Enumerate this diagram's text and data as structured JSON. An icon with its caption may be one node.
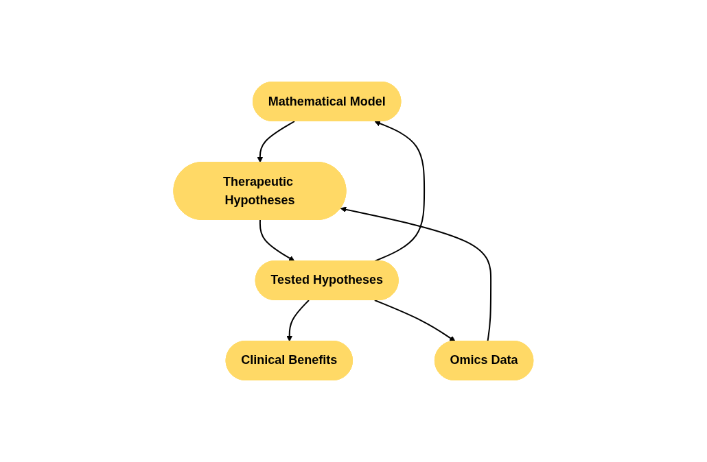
{
  "diagram": {
    "nodes": [
      {
        "text": [
          "Mathematical Model"
        ]
      },
      {
        "text": [
          "Omics Data"
        ]
      },
      {
        "text": [
          "Therapeutic Hypotheses"
        ]
      },
      {
        "text": [
          "Tested Hypotheses"
        ]
      },
      {
        "text": [
          "Clinical Benefits"
        ]
      }
    ],
    "edges": [
      {
        "from": 0,
        "to": 2,
        "arrow": "to"
      },
      {
        "from": 1,
        "to": 2,
        "arrow": "to"
      },
      {
        "from": 2,
        "to": 3,
        "arrow": "to"
      },
      {
        "from": 3,
        "to": 4,
        "arrow": "to"
      },
      {
        "from": 3,
        "to": 0,
        "arrow": "to"
      },
      {
        "from": 3,
        "to": 1,
        "arrow": "to"
      }
    ]
  }
}
